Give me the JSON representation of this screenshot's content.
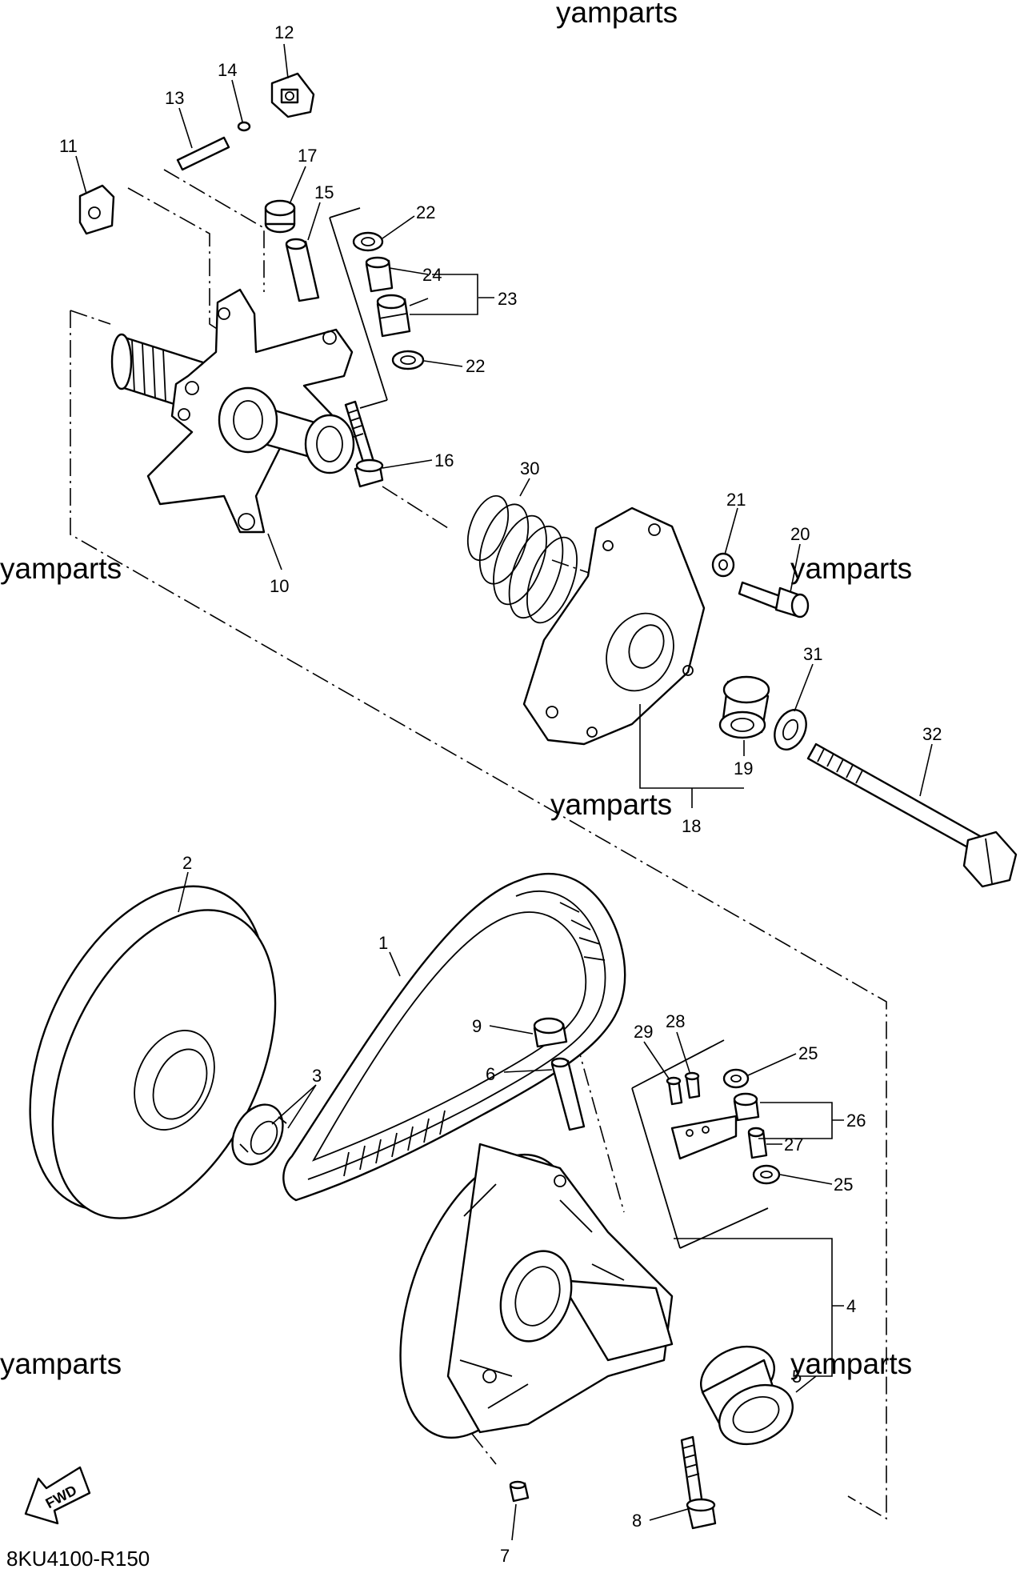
{
  "watermark": "yamparts",
  "diagram_code": "8KU4100-R150",
  "fwd_label": "FWD",
  "callouts": {
    "c1": "1",
    "c2": "2",
    "c3": "3",
    "c4": "4",
    "c5": "5",
    "c6": "6",
    "c7": "7",
    "c8": "8",
    "c9": "9",
    "c10": "10",
    "c11": "11",
    "c12": "12",
    "c13": "13",
    "c14": "14",
    "c15": "15",
    "c16": "16",
    "c17": "17",
    "c18": "18",
    "c19": "19",
    "c20": "20",
    "c21": "21",
    "c22a": "22",
    "c22b": "22",
    "c23": "23",
    "c24": "24",
    "c25a": "25",
    "c25b": "25",
    "c26": "26",
    "c27": "27",
    "c28": "28",
    "c29": "29",
    "c30": "30",
    "c31": "31",
    "c32": "32"
  }
}
